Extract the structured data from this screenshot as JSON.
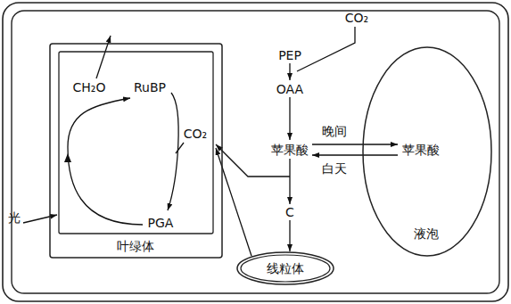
{
  "diagram": {
    "nodes": [
      {
        "text": [
          "叶绿体"
        ]
      },
      {
        "text": [
          "线粒体"
        ]
      },
      {
        "text": [
          "苹果酸",
          "液泡"
        ]
      }
    ],
    "labels": [
      "CO₂",
      "PEP",
      "OAA",
      "苹果酸",
      "晚间",
      "白天",
      "C",
      "CH₂O",
      "RuBP",
      "CO₂",
      "PGA",
      "光"
    ]
  }
}
